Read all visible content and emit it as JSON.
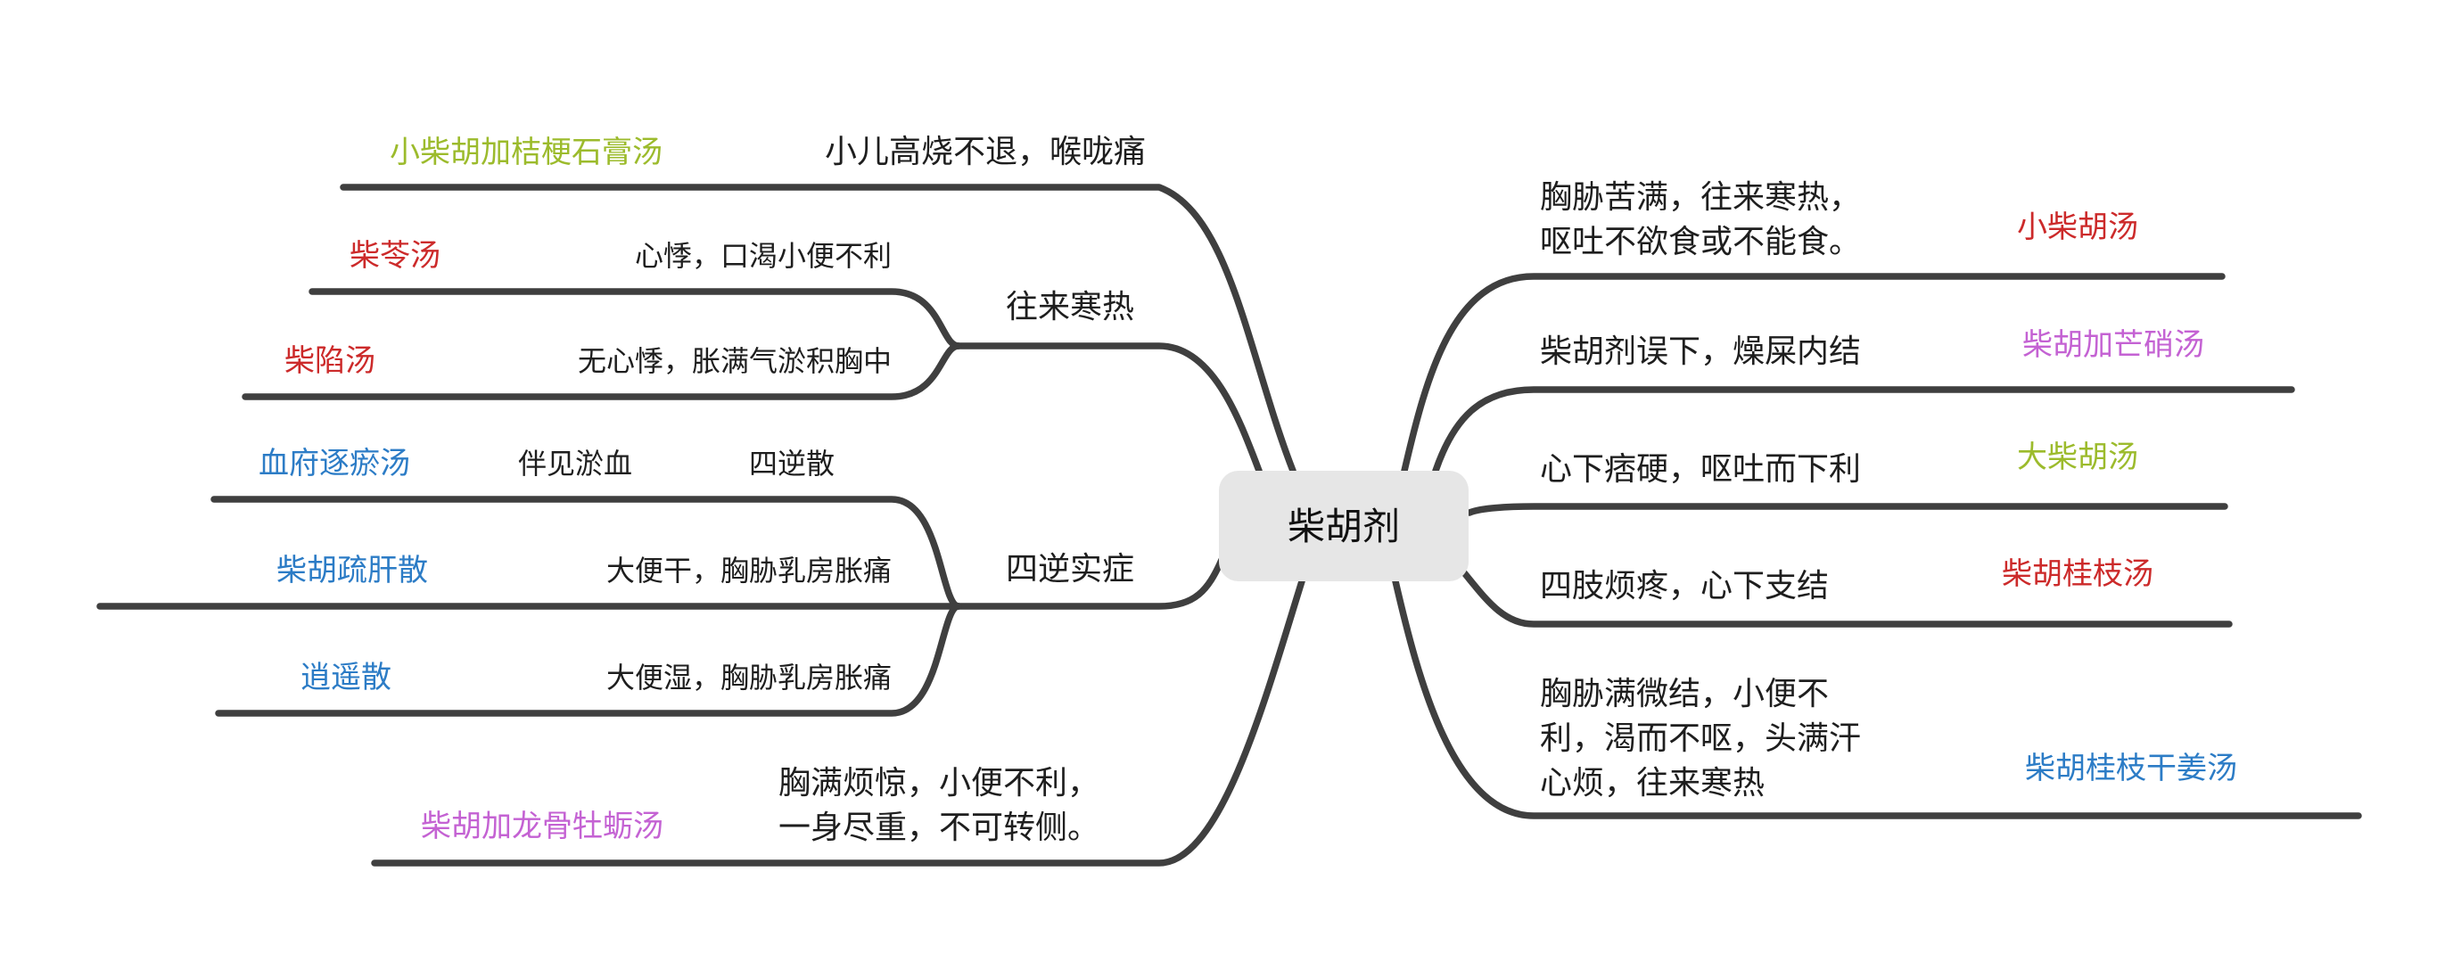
{
  "colors": {
    "green": "#9cbb2c",
    "red": "#cc2a2a",
    "purple": "#c462d3",
    "blue": "#2c7cc6",
    "line": "#3f3f3f",
    "center_bg": "#e6e6e6"
  },
  "center": {
    "label": "柴胡剂"
  },
  "left": {
    "top": {
      "text": "小儿高烧不退，喉咙痛",
      "formula": "小柴胡加桔梗石膏汤"
    },
    "wanglai": {
      "label": "往来寒热",
      "items": [
        {
          "text": "心悸，口渴小便不利",
          "formula": "柴苓汤"
        },
        {
          "text": "无心悸，胀满气淤积胸中",
          "formula": "柴陷汤"
        }
      ]
    },
    "sini": {
      "label": "四逆实症",
      "items": [
        {
          "text": "四逆散",
          "sub": "伴见淤血",
          "formula": "血府逐瘀汤"
        },
        {
          "text": "大便干，胸胁乳房胀痛",
          "formula": "柴胡疏肝散"
        },
        {
          "text": "大便湿，胸胁乳房胀痛",
          "formula": "逍遥散"
        }
      ]
    },
    "bottom": {
      "lines": [
        "胸满烦惊，小便不利，",
        "一身尽重，不可转侧。"
      ],
      "formula": "柴胡加龙骨牡蛎汤"
    }
  },
  "right": [
    {
      "lines": [
        "胸胁苦满，往来寒热，",
        "呕吐不欲食或不能食。"
      ],
      "formula": "小柴胡汤"
    },
    {
      "lines": [
        "柴胡剂误下，燥屎内结"
      ],
      "formula": "柴胡加芒硝汤"
    },
    {
      "lines": [
        "心下痞硬，呕吐而下利"
      ],
      "formula": "大柴胡汤"
    },
    {
      "lines": [
        "四肢烦疼，心下支结"
      ],
      "formula": "柴胡桂枝汤"
    },
    {
      "lines": [
        "胸胁满微结，小便不",
        "利，渴而不呕，头满汗",
        "心烦，往来寒热"
      ],
      "formula": "柴胡桂枝干姜汤"
    }
  ]
}
